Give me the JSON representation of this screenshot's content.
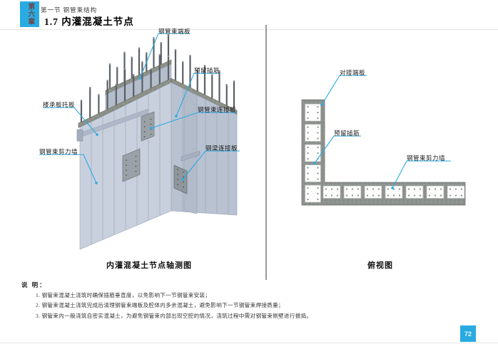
{
  "header": {
    "chapter_tab": "第六章",
    "section": "第一节 钢管束结构",
    "title": "1.7 内灌混凝土节点"
  },
  "figures": {
    "axon": {
      "caption": "内灌混凝土节点轴测图",
      "labels": {
        "end_plate": "钢管束端板",
        "rebar": "预留插筋",
        "bundle_plate": "钢管束连接板",
        "deck_ledge": "楼承板托板",
        "shear_wall": "钢管束剪力墙",
        "beam_plate": "钢梁连接板"
      }
    },
    "plan": {
      "caption": "俯视图",
      "labels": {
        "butt_plate": "对接端板",
        "rebar": "预留插筋",
        "shear_wall": "钢管束剪力墙"
      }
    }
  },
  "notes": {
    "heading": "说 明：",
    "items": [
      "1. 钢管束混凝土浇筑时确保插筋垂直度，以免影响下一节钢管束安装；",
      "2. 钢管束混凝土浇筑完成后清理钢管束端板及腔体内多余混凝土，避免影响下一节钢管束焊接质量；",
      "3. 钢管束内一般浇筑自密实混凝土，为避免钢管束内部出现空腔的情况，浇筑过程中需对钢管束侧壁进行振捣。"
    ]
  },
  "footer": {
    "page_number": "72"
  },
  "colors": {
    "accent": "#29abe2",
    "tab_text": "#6d4340",
    "wall_face": "#c8d0dd",
    "wall_side": "#b9c2d1",
    "plate_concrete": "#8d9289",
    "rebar_rod": "#5b6066",
    "plan_concrete": "#8f938f"
  }
}
